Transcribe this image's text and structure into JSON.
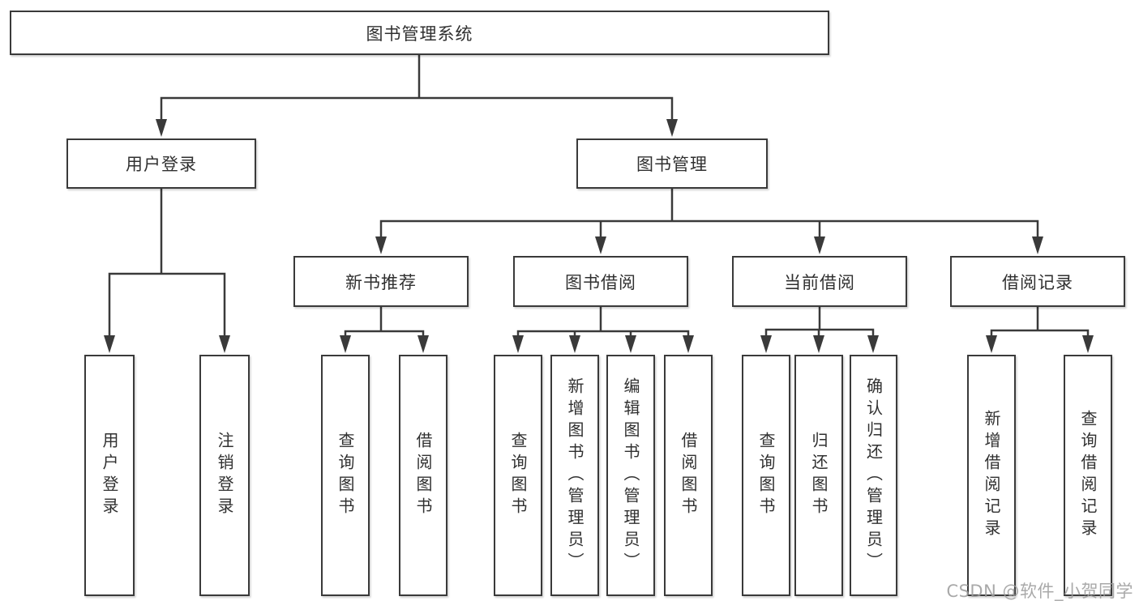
{
  "title": "图书管理系统",
  "tree": {
    "label": "图书管理系统",
    "children": [
      {
        "label": "用户登录",
        "children": [
          {
            "label": "用户登录"
          },
          {
            "label": "注销登录"
          }
        ]
      },
      {
        "label": "图书管理",
        "children": [
          {
            "label": "新书推荐",
            "children": [
              {
                "label": "查询图书"
              },
              {
                "label": "借阅图书"
              }
            ]
          },
          {
            "label": "图书借阅",
            "children": [
              {
                "label": "查询图书"
              },
              {
                "label": "新增图书（管理员）"
              },
              {
                "label": "编辑图书（管理员）"
              },
              {
                "label": "借阅图书"
              }
            ]
          },
          {
            "label": "当前借阅",
            "children": [
              {
                "label": "查询图书"
              },
              {
                "label": "归还图书"
              },
              {
                "label": "确认归还（管理员）"
              }
            ]
          },
          {
            "label": "借阅记录",
            "children": [
              {
                "label": "新增借阅记录"
              },
              {
                "label": "查询借阅记录"
              }
            ]
          }
        ]
      }
    ]
  },
  "watermark": "CSDN @软件_小贺同学",
  "colors": {
    "background": "#ffffff",
    "box_fill": "#ffffff",
    "box_border": "#3a3a3a",
    "connector": "#3a3a3a",
    "text": "#303030",
    "watermark": "#9e9e9e"
  }
}
